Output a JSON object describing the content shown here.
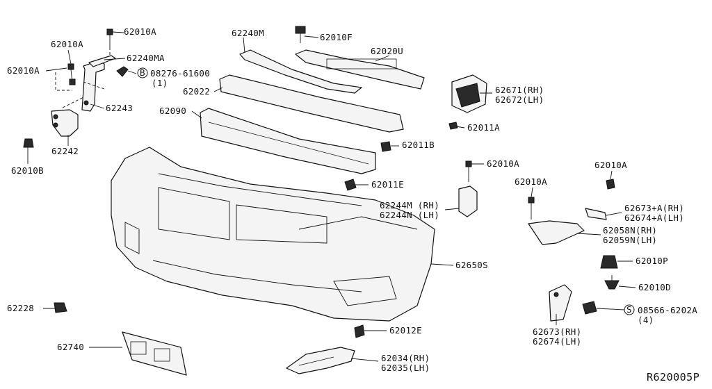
{
  "diagram": {
    "reference_code": "R620005P",
    "labels": {
      "l_62010A_top": "62010A",
      "l_62010A_left": "62010A",
      "l_62010A_left2": "62010A",
      "l_62240MA": "62240MA",
      "l_08276": "08276-61600",
      "l_08276_qty": "(1)",
      "l_08276_circle": "B",
      "l_62243": "62243",
      "l_62242": "62242",
      "l_62010B": "62010B",
      "l_62240M": "62240M",
      "l_62010F": "62010F",
      "l_62020U": "62020U",
      "l_62022": "62022",
      "l_62090": "62090",
      "l_62671": "62671(RH)",
      "l_62672": "62672(LH)",
      "l_62011A": "62011A",
      "l_62011B": "62011B",
      "l_62011E": "62011E",
      "l_62010A_mid": "62010A",
      "l_62010A_r1": "62010A",
      "l_62010A_r2": "62010A",
      "l_62244M": "62244M (RH)",
      "l_62244N": "62244N (LH)",
      "l_62673A": "62673+A(RH)",
      "l_62674A": "62674+A(LH)",
      "l_62058N": "62058N(RH)",
      "l_62059N": "62059N(LH)",
      "l_62650S": "62650S",
      "l_62010P": "62010P",
      "l_62010D": "62010D",
      "l_08566": "08566-6202A",
      "l_08566_qty": "(4)",
      "l_08566_circle": "S",
      "l_62228": "62228",
      "l_62012E": "62012E",
      "l_62740": "62740",
      "l_62034": "62034(RH)",
      "l_62035": "62035(LH)",
      "l_62673": "62673(RH)",
      "l_62674": "62674(LH)"
    }
  }
}
